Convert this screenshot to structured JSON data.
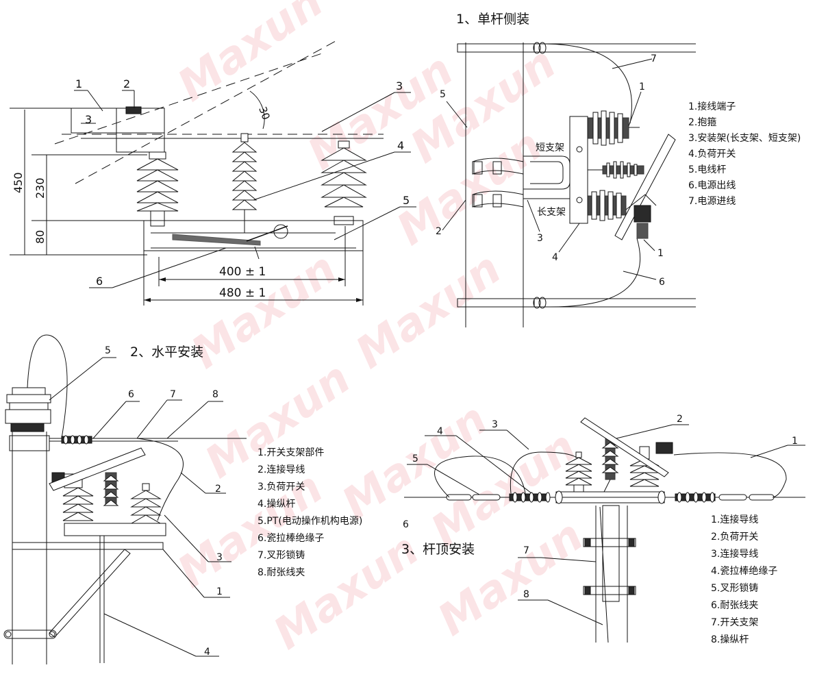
{
  "watermark": "Maxun",
  "section1": {
    "title": "1、单杆侧装",
    "legend": [
      "1.接线端子",
      "2.抱箍",
      "3.安装架(长支架、短支架)",
      "4.负荷开关",
      "5.电线杆",
      "6.电源出线",
      "7.电源进线"
    ],
    "labels": {
      "short_bracket": "短支架",
      "long_bracket": "长支架"
    },
    "callouts": [
      "1",
      "2",
      "3",
      "4",
      "5",
      "6",
      "7",
      "1"
    ]
  },
  "dimension_view": {
    "dims": {
      "h450": "450",
      "h230": "230",
      "h80": "80",
      "w400": "400 ± 1",
      "w480": "480 ± 1",
      "angle": "30"
    },
    "callouts": [
      "1",
      "2",
      "3",
      "3",
      "4",
      "5",
      "6"
    ]
  },
  "section2": {
    "title": "2、水平安装",
    "legend": [
      "1.开关支架部件",
      "2.连接导线",
      "3.负荷开关",
      "4.操纵杆",
      "5.PT(电动操作机构电源)",
      "6.瓷拉棒绝缘子",
      "7.叉形锁铸",
      "8.耐张线夹"
    ],
    "callouts": [
      "5",
      "6",
      "7",
      "8",
      "2",
      "3",
      "1",
      "4"
    ]
  },
  "section3": {
    "title": "3、杆顶安装",
    "legend": [
      "1.连接导线",
      "2.负荷开关",
      "3.连接导线",
      "4.瓷拉棒绝缘子",
      "5.叉形锁铸",
      "6.耐张线夹",
      "7.开关支架",
      "8.操纵杆"
    ],
    "callouts": [
      "1",
      "2",
      "3",
      "4",
      "5",
      "6",
      "7",
      "8"
    ]
  }
}
